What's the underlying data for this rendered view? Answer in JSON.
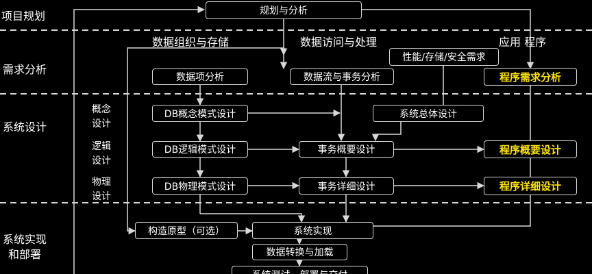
{
  "phases": {
    "planning": "项目规划",
    "requirements": "需求分析",
    "design": "系统设计",
    "implementation_line1": "系统实现",
    "implementation_line2": "和部署"
  },
  "columns": {
    "data_org": "数据组织与存储",
    "data_access": "数据访问与处理",
    "application": "应用 程序"
  },
  "design_levels": {
    "conceptual": [
      "概念",
      "设计"
    ],
    "logical": [
      "逻辑",
      "设计"
    ],
    "physical": [
      "物理",
      "设计"
    ]
  },
  "boxes": {
    "planning_analysis": "规划与分析",
    "perf_req": "性能/存储/安全需求",
    "data_item_analysis": "数据项分析",
    "dataflow_txn_analysis": "数据流与事务分析",
    "program_req_analysis": "程序需求分析",
    "db_conceptual": "DB概念模式设计",
    "system_overall": "系统总体设计",
    "db_logical": "DB逻辑模式设计",
    "txn_outline": "事务概要设计",
    "program_outline": "程序概要设计",
    "db_physical": "DB物理模式设计",
    "txn_detail": "事务详细设计",
    "program_detail": "程序详细设计",
    "prototype": "构造原型（可选）",
    "system_impl": "系统实现",
    "data_convert": "数据转换与加载",
    "test_deploy": "系统测试，部署与交付"
  },
  "colors": {
    "background": "#000000",
    "text": "#ffffff",
    "highlight": "#ffe600",
    "line": "#d8d8d8"
  }
}
